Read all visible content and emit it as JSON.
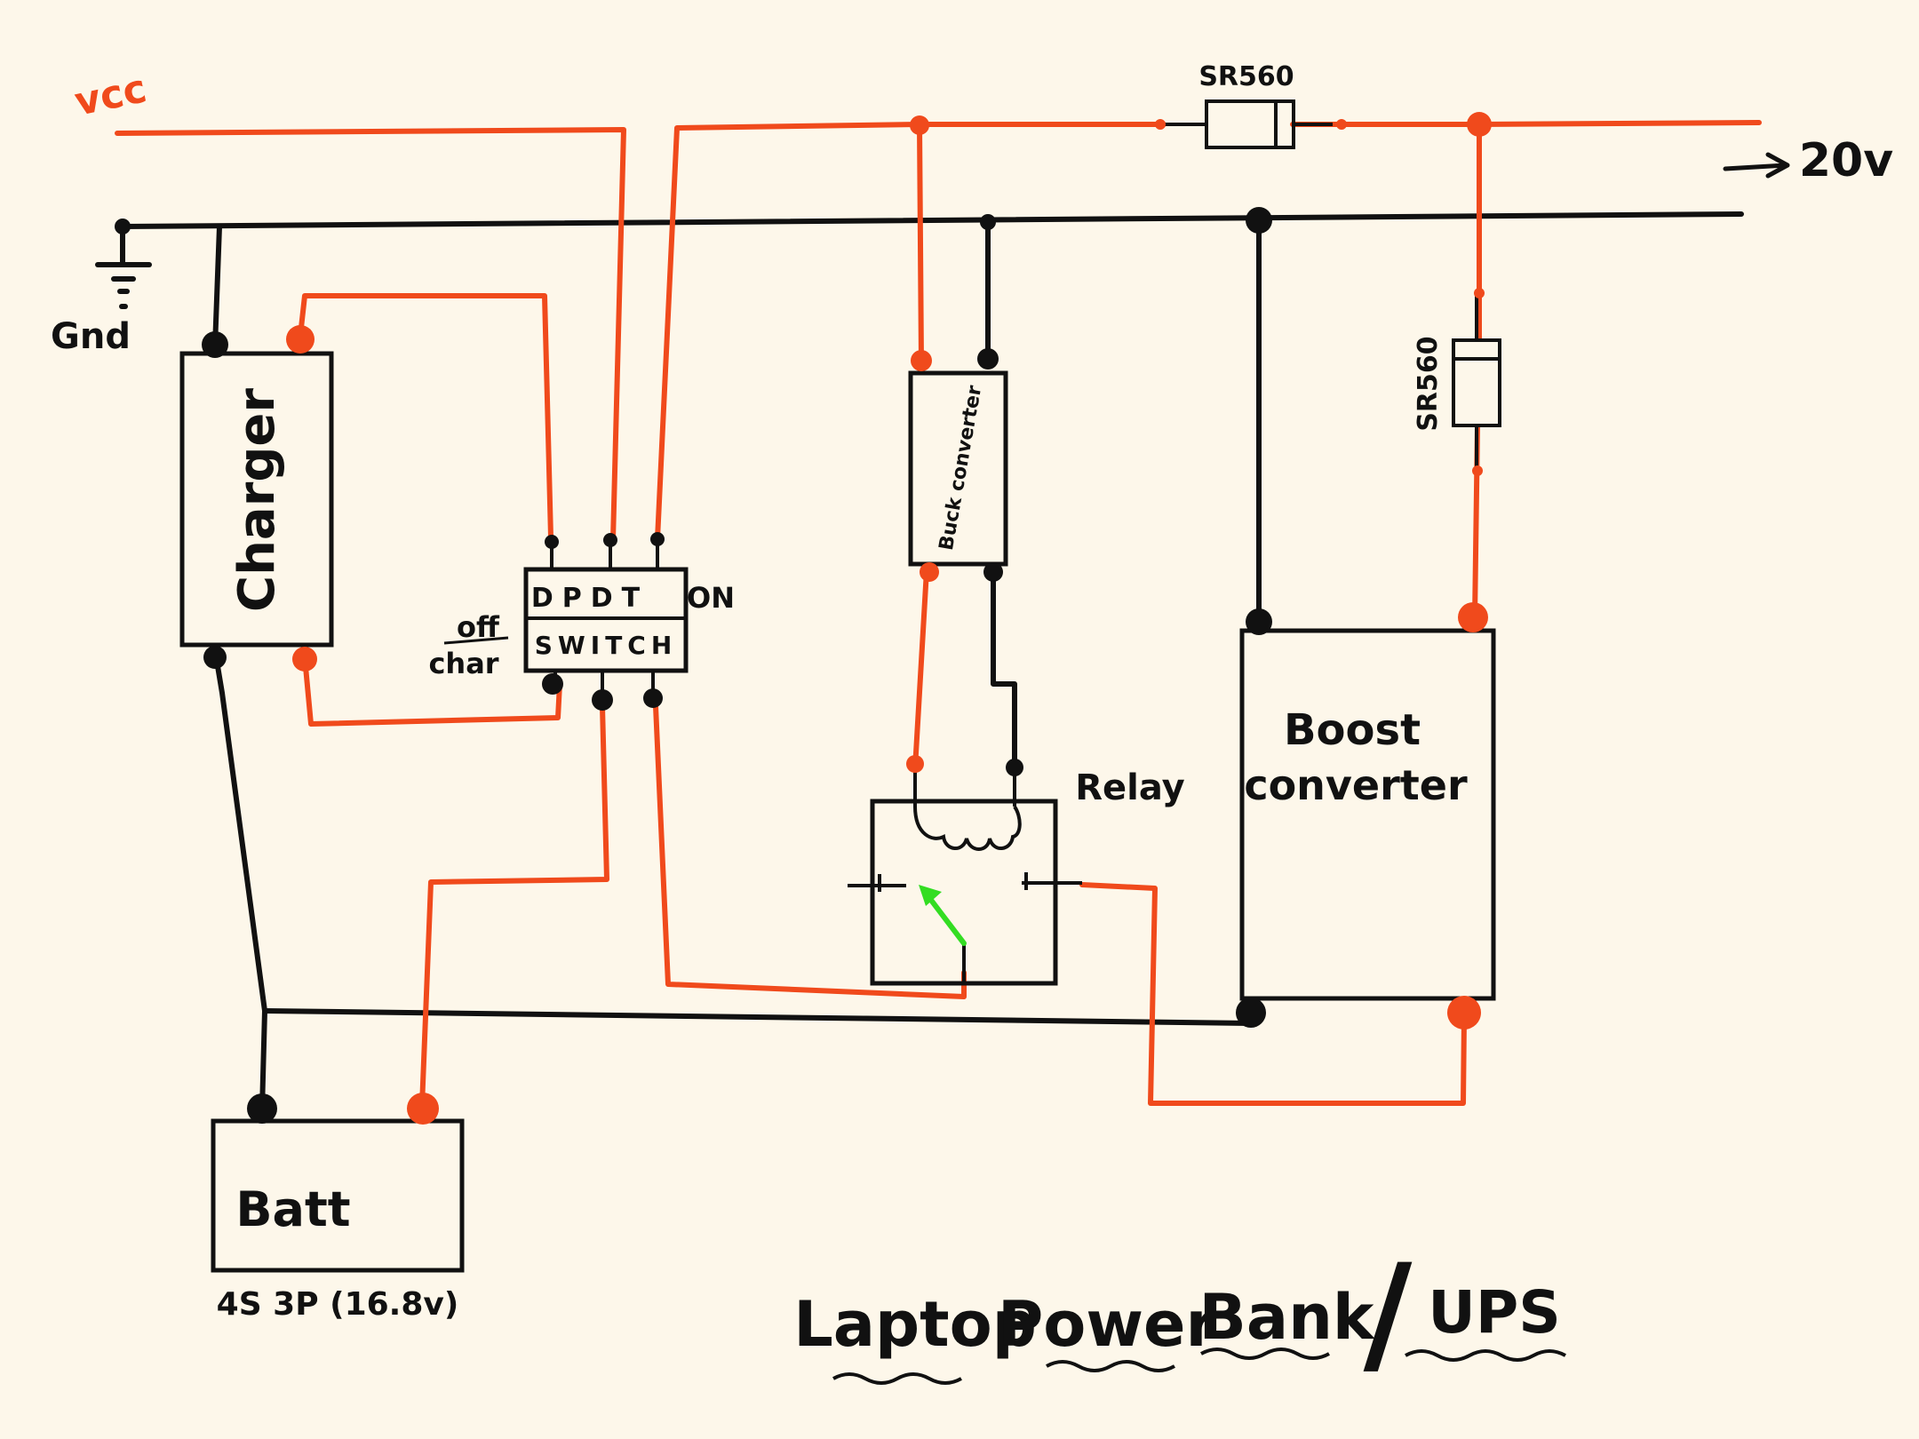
{
  "colors": {
    "background": "#fdf7ea",
    "positive_wire": "#f04a1c",
    "ground_wire": "#111111",
    "relay_contact": "#33dd22"
  },
  "labels": {
    "vcc": "vcc",
    "gnd": "Gnd",
    "output": "20v",
    "diode_top": "SR560",
    "diode_right": "SR560",
    "charger": "Charger",
    "switch_line1": "DPDT",
    "switch_line2": "SWITCH",
    "switch_off": "off",
    "switch_char": "char",
    "switch_on": "ON",
    "buck": "Buck converter",
    "relay": "Relay",
    "boost_line1": "Boost",
    "boost_line2": "converter",
    "battery": "Batt",
    "battery_spec": "4S 3P (16.8v)",
    "title_word1": "Laptop",
    "title_word2": "Power",
    "title_word3": "Bank",
    "title_sep": "/",
    "title_word4": "UPS"
  }
}
